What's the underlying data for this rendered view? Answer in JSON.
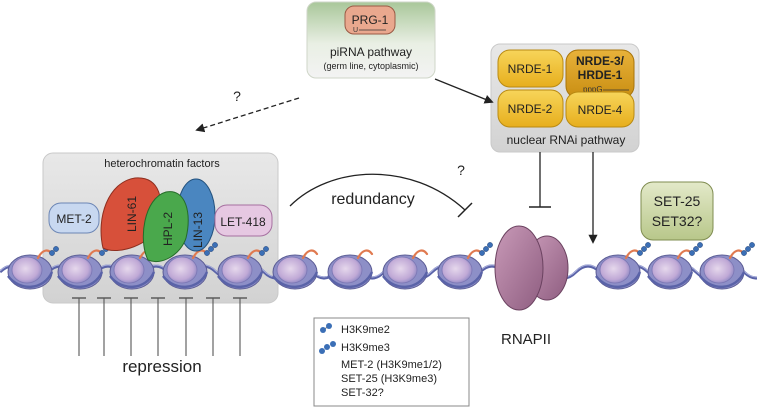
{
  "piRNA_box": {
    "protein": "PRG-1",
    "rna_mark": "U",
    "title": "piRNA pathway",
    "subtitle": "(germ line, cytoplasmic)"
  },
  "nuclear_box": {
    "nrde1": "NRDE-1",
    "nrde2": "NRDE-2",
    "nrde3_line1": "NRDE-3/",
    "nrde3_line2": "HRDE-1",
    "nrde3_mark": "pppG",
    "nrde4": "NRDE-4",
    "title": "nuclear RNAi pathway"
  },
  "heterochromatin": {
    "title": "heterochromatin factors",
    "met2": "MET-2",
    "lin61": "LIN-61",
    "hpl2": "HPL-2",
    "lin13": "LIN-13",
    "let418": "LET-418"
  },
  "labels": {
    "question_left": "?",
    "question_mid": "?",
    "redundancy": "redundancy",
    "repression": "repression",
    "rnapii": "RNAPII",
    "set_line1": "SET-25",
    "set_line2": "SET32?"
  },
  "legend": {
    "h3k9me2": "H3K9me2",
    "h3k9me3": "H3K9me3",
    "met2": "MET-2 (H3K9me1/2)",
    "set25": "SET-25 (H3K9me3)",
    "set32": "SET-32?"
  },
  "colors": {
    "nucleosome_body": "#8d8fc7",
    "nucleosome_face": "#c9b6dc",
    "dna": "#5a63a8",
    "tail": "#e07a50",
    "methyl": "#3b6fb6",
    "rnapii": "#b07fa0",
    "lin61": "#d7503a",
    "hpl2": "#4aa84c",
    "lin13": "#4a86c0",
    "met2": "#c8d8f0",
    "let418": "#e6c8e2",
    "nrde_yellow": "#f1c232",
    "nrde3": "#d9a31a",
    "prg1": "#e9a88e",
    "set_box": "#c8d4a0"
  }
}
